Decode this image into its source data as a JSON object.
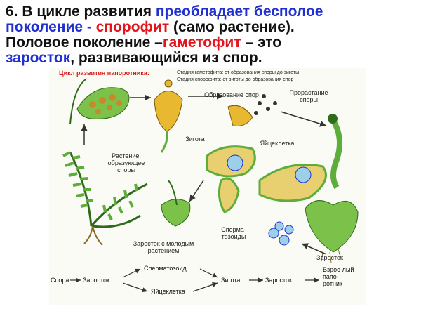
{
  "heading": {
    "line1_a": "6. В цикле развития ",
    "line1_b": "преобладает бесполое",
    "line2_a": " поколение - ",
    "line2_b": "спорофит",
    "line2_c": " (само растение).",
    "line3_a": "Половое поколение –",
    "line3_b": "гаметофит",
    "line3_c": " – это",
    "line4_a": " заросток",
    "line4_b": ", развивающийся из спор."
  },
  "figure": {
    "title": "Цикл развития папоротника:",
    "stage_gametophyte": "Стадия гаметофита:  от образования  споры  до зиготы",
    "stage_sporophyte": "Стадия спорофита:   от зиготы   до  образования  спор",
    "labels": {
      "spore_formation": "Образование спор",
      "spore_germination": "Прорастание споры",
      "zygote": "Зигота",
      "egg_cell": "Яйцеклетка",
      "plant": "Растение, образующее споры",
      "sperm": "Сперма-тозоиды",
      "prothallus_young": "Заросток с молодым растением",
      "prothallus": "Заросток"
    },
    "flow": {
      "spore": "Спора",
      "prothallus": "Заросток",
      "sperm": "Сперматозоид",
      "egg": "Яйцеклетка",
      "zygote": "Зигота",
      "prothallus2": "Заросток",
      "adult": "Взрос-лый папо-ротник"
    }
  },
  "colors": {
    "blue": "#1f2fd0",
    "red": "#e3141b",
    "leaf": "#5cad3a",
    "cell": "#e8b930"
  }
}
